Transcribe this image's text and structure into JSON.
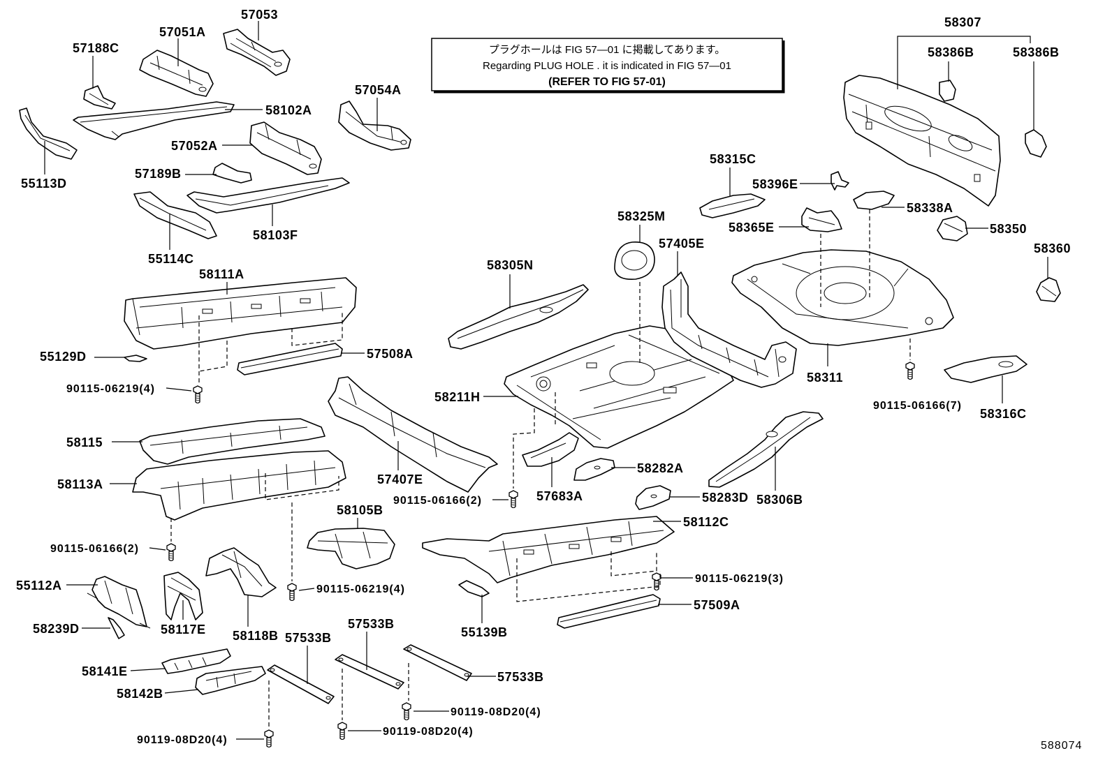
{
  "note": {
    "line1": "プラグホールは FIG 57—01 に掲載してあります。",
    "line2": "Regarding  PLUG  HOLE . it is indicated in FIG 57—01",
    "line3": "(REFER TO FIG 57-01)"
  },
  "figure_number": "588074",
  "callouts": [
    "57053",
    "57051A",
    "57188C",
    "58102A",
    "57054A",
    "57052A",
    "57189B",
    "55113D",
    "58103F",
    "55114C",
    "58111A",
    "55129D",
    "57508A",
    "90115-06219(4)",
    "58115",
    "58113A",
    "57407E",
    "58105B",
    "90115-06166(2)",
    "55112A",
    "90115-06219(4)",
    "58239D",
    "58117E",
    "58118B",
    "57533B",
    "57533B",
    "58141E",
    "58142B",
    "90119-08D20(4)",
    "90119-08D20(4)",
    "90119-08D20(4)",
    "57533B",
    "55139B",
    "57509A",
    "90115-06219(3)",
    "58112C",
    "58283D",
    "58306B",
    "57683A",
    "90115-06166(2)",
    "58282A",
    "58211H",
    "58305N",
    "58325M",
    "57405E",
    "58315C",
    "58396E",
    "58365E",
    "58338A",
    "58350",
    "58360",
    "58311",
    "90115-06166(7)",
    "58316C",
    "58307",
    "58386B",
    "58386B"
  ]
}
